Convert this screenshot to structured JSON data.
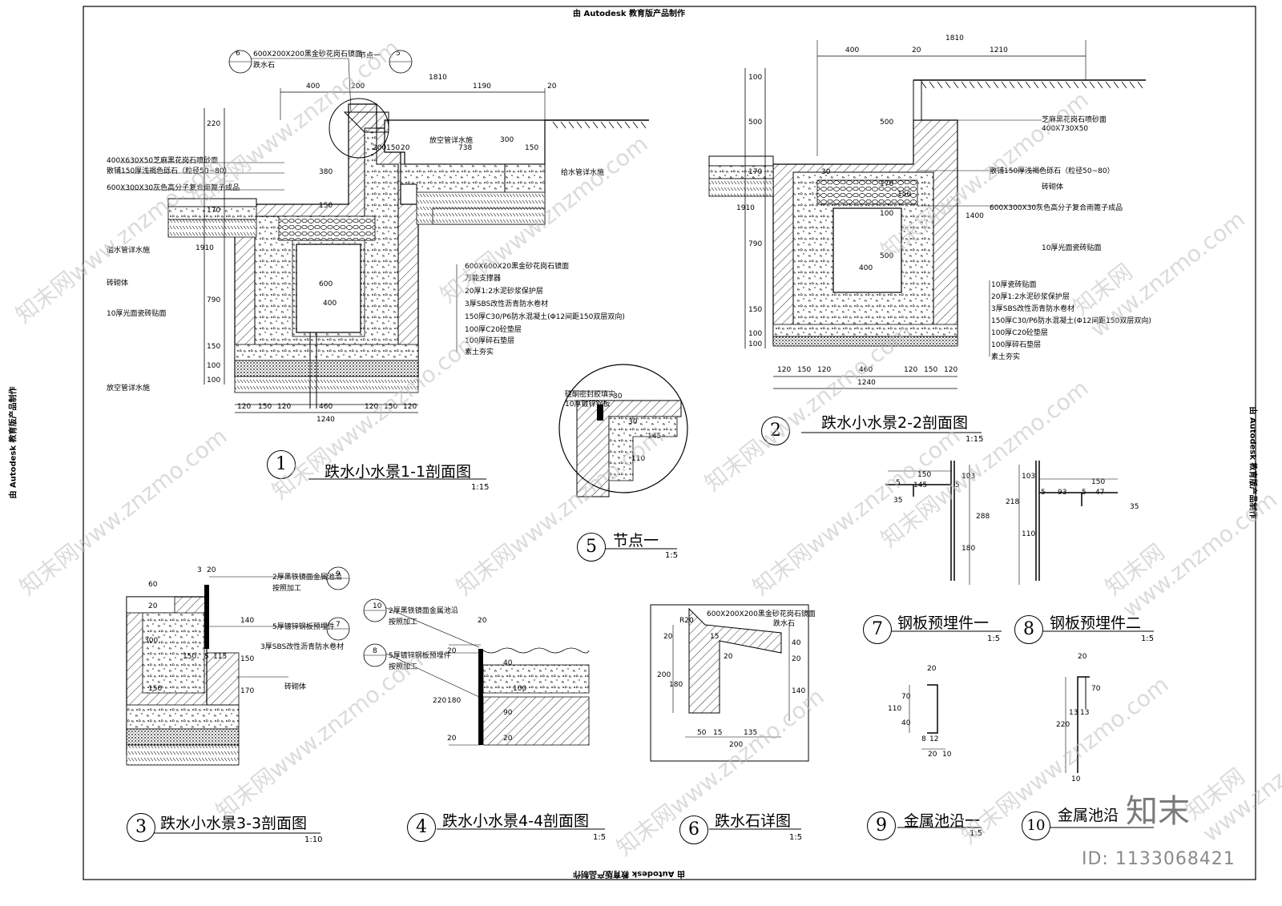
{
  "banner": {
    "top": "由 Autodesk 教育版产品制作",
    "bottom": "由 Autodesk 教育版产品制作",
    "left": "由 Autodesk 教育版产品制作",
    "right": "由 Autodesk 教育版产品制作"
  },
  "details": [
    {
      "no": "1",
      "title": "跌水小水景1-1剖面图",
      "scale": "1:15"
    },
    {
      "no": "2",
      "title": "跌水小水景2-2剖面图",
      "scale": "1:15"
    },
    {
      "no": "3",
      "title": "跌水小水景3-3剖面图",
      "scale": "1:10"
    },
    {
      "no": "4",
      "title": "跌水小水景4-4剖面图",
      "scale": "1:5"
    },
    {
      "no": "5",
      "title": "节点一",
      "scale": "1:5"
    },
    {
      "no": "6",
      "title": "跌水石详图",
      "scale": "1:5"
    },
    {
      "no": "7",
      "title": "钢板预埋件一",
      "scale": "1:5"
    },
    {
      "no": "8",
      "title": "钢板预埋件二",
      "scale": "1:5"
    },
    {
      "no": "9",
      "title": "金属池沿一",
      "scale": "1:5"
    },
    {
      "no": "10",
      "title": "金属池沿",
      "scale": ""
    }
  ],
  "section1": {
    "ref_callouts": [
      {
        "top": "6",
        "bottom": "—"
      },
      {
        "top": "5",
        "bottom": "—"
      }
    ],
    "top_notes": [
      "600X200X200黑金砂花岗石镜面",
      "跌水石",
      "节点一"
    ],
    "top_dims": [
      "400",
      "200",
      "1810",
      "1190",
      "20"
    ],
    "left_notes": [
      "400X630X50芝麻黑花岗石喷砂面",
      "散铺150厚浅褐色砾石（粒径50~80）",
      "600X300X30灰色高分子复合雨篦子成品",
      "溢水管详水施",
      "砖砌体",
      "10厚光面瓷砖贴面",
      "放空管详水施"
    ],
    "right_notes": [
      "给水管详水施",
      "600X600X20黑金砂花岗石镜面",
      "万能支撑器",
      "20厚1:2水泥砂浆保护层",
      "3厚SBS改性沥青防水卷材",
      "150厚C30/P6防水混凝土(Φ12间距150双层双向)",
      "100厚C20砼垫层",
      "100厚碎石垫层",
      "素土夯实"
    ],
    "inner_dims": [
      "200",
      "150",
      "20",
      "738",
      "300",
      "150",
      "380",
      "150",
      "600",
      "400",
      "放空管详水施"
    ],
    "vert_dims": [
      "220",
      "1910",
      "170",
      "790",
      "150",
      "100",
      "100"
    ],
    "bottom_dims": [
      "120",
      "150",
      "120",
      "460",
      "120",
      "150",
      "120"
    ],
    "bottom_total": "1240"
  },
  "section2": {
    "top_dims": [
      "1810",
      "400",
      "1210",
      "20"
    ],
    "notes": [
      "芝麻黑花岗石喷砂面",
      "400X730X50",
      "散铺150厚浅褐色砾石（粒径50~80）",
      "砖砌体",
      "600X300X30灰色高分子复合雨篦子成品",
      "10厚光面瓷砖贴面",
      "10厚瓷砖贴面",
      "20厚1:2水泥砂浆保护层",
      "3厚SBS改性沥青防水卷材",
      "150厚C30/P6防水混凝土(Φ12间距150双层双向)",
      "100厚C20砼垫层",
      "100厚碎石垫层",
      "素土夯实"
    ],
    "vert_dims": [
      "100",
      "500",
      "1910",
      "170",
      "790",
      "150",
      "100",
      "100"
    ],
    "inner_dims": [
      "30",
      "500",
      "170",
      "100",
      "150",
      "1400",
      "500",
      "400"
    ],
    "bottom_dims": [
      "120",
      "150",
      "120",
      "460",
      "120",
      "150",
      "120"
    ],
    "bottom_total": "1240"
  },
  "node5": {
    "notes": [
      "硅酮密封胶填实",
      "10厚镀锌钢板"
    ],
    "dims": [
      "30",
      "30",
      "145",
      "110"
    ]
  },
  "section3": {
    "dims_top": [
      "3",
      "20"
    ],
    "notes": [
      "2厚黑铁镜面金属池沿",
      "按照加工",
      "5厚镀锌钢板预埋件",
      "3厚SBS改性沥青防水卷材",
      "砖砌体"
    ],
    "callouts": [
      {
        "top": "9",
        "bottom": "—"
      },
      {
        "top": "7",
        "bottom": "—"
      }
    ],
    "dims": [
      "60",
      "20",
      "300",
      "150",
      "5",
      "115",
      "140",
      "150",
      "170",
      "150"
    ]
  },
  "section4": {
    "dims_top": [
      "20"
    ],
    "notes": [
      "2厚黑铁镜面金属池沿",
      "按照加工",
      "5厚镀锌钢板预埋件",
      "按照加工"
    ],
    "callouts": [
      {
        "top": "10",
        "bottom": "—"
      },
      {
        "top": "8",
        "bottom": "—"
      }
    ],
    "dims": [
      "20",
      "220",
      "180",
      "20",
      "40",
      "90",
      "20",
      "100"
    ]
  },
  "stone6": {
    "note": "600X200X200黑金砂花岗石镜面",
    "note2": "跌水石",
    "radius": "R20",
    "dims": [
      "200",
      "180",
      "20",
      "15",
      "40",
      "20",
      "140",
      "50",
      "15",
      "135",
      "200",
      "20"
    ]
  },
  "plate7": {
    "dims": [
      "150",
      "145",
      "5",
      "5",
      "35",
      "103",
      "288",
      "180"
    ]
  },
  "plate8": {
    "dims": [
      "150",
      "5",
      "93",
      "5",
      "47",
      "218",
      "103",
      "110",
      "35"
    ]
  },
  "edge9": {
    "dims": [
      "20",
      "110",
      "70",
      "40",
      "8",
      "12",
      "20",
      "10"
    ]
  },
  "edge10": {
    "dims": [
      "20",
      "70",
      "13",
      "13",
      "220",
      "10"
    ]
  },
  "watermarks": [
    "知末网www.znzmo.com"
  ],
  "brand": "知末",
  "id_text": "ID: 1133068421"
}
